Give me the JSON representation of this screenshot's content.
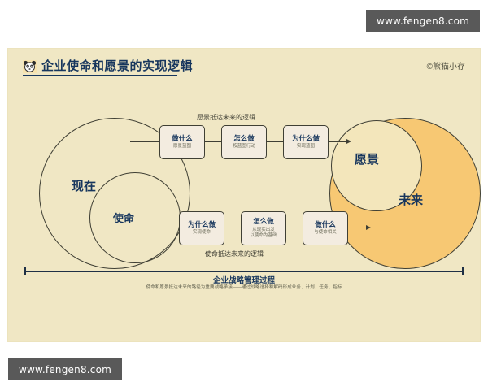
{
  "watermarks": {
    "top": "www.fengen8.com",
    "bottom": "www.fengen8.com"
  },
  "slide": {
    "title": "企业使命和愿景的实现逻辑",
    "icon": "panda-icon",
    "copyright": "©熊猫小存",
    "circles": {
      "present": "现在",
      "mission": "使命",
      "vision": "愿景",
      "future": "未来"
    },
    "flows": {
      "top": {
        "caption": "愿景抵达未来的逻辑",
        "nodes": [
          {
            "title": "做什么",
            "sub": "愿景蓝图"
          },
          {
            "title": "怎么做",
            "sub": "按蓝图行动"
          },
          {
            "title": "为什么做",
            "sub": "实现蓝图"
          }
        ]
      },
      "bottom": {
        "caption": "使命抵达未来的逻辑",
        "nodes": [
          {
            "title": "为什么做",
            "sub": "实现使命"
          },
          {
            "title": "怎么做",
            "sub": "从现实出发\n以使命为基础"
          },
          {
            "title": "做什么",
            "sub": "与使命相关"
          }
        ]
      }
    },
    "process": {
      "title": "企业战略管理过程",
      "description": "使命和愿景抵达未来的路径为重要战略承接——通过战略选择和解码形成业务、计划、任务、指标"
    }
  },
  "colors": {
    "slide_bg": "#f0e7c4",
    "future_fill": "#f7c873",
    "vision_fill": "#f3e6bb",
    "title_color": "#17365d",
    "stroke": "#3f3f34",
    "watermark_bg": "#595959"
  }
}
